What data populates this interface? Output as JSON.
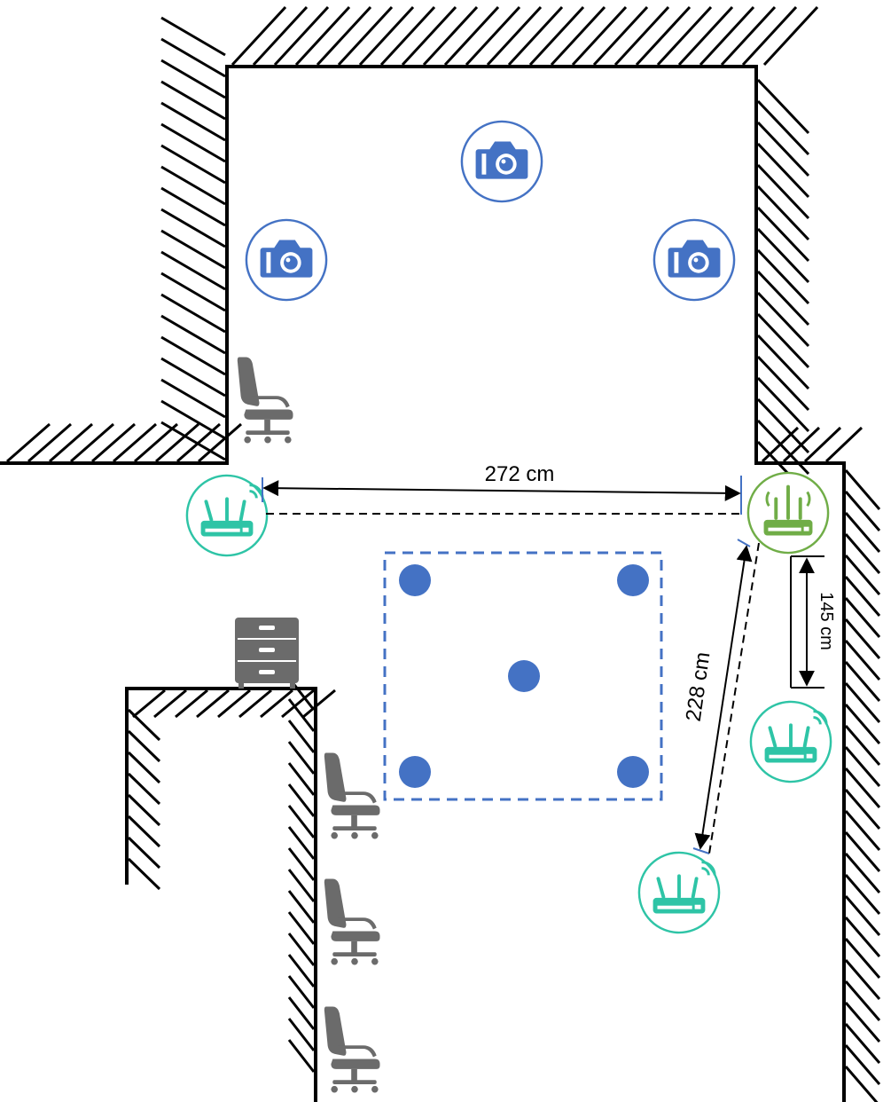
{
  "labels": {
    "dist_horizontal": "272 cm",
    "dist_vertical": "145 cm",
    "dist_diagonal": "228 cm"
  },
  "colors": {
    "wall": "#000000",
    "camera": "#4472c4",
    "router_teal": "#2ec4a6",
    "router_green": "#70ad47",
    "points": "#4472c4",
    "furniture": "#6b6b6b"
  },
  "icons": {
    "camera": "camera-icon",
    "router": "wifi-router-icon",
    "chair": "office-chair-icon",
    "cabinet": "filing-cabinet-icon"
  }
}
